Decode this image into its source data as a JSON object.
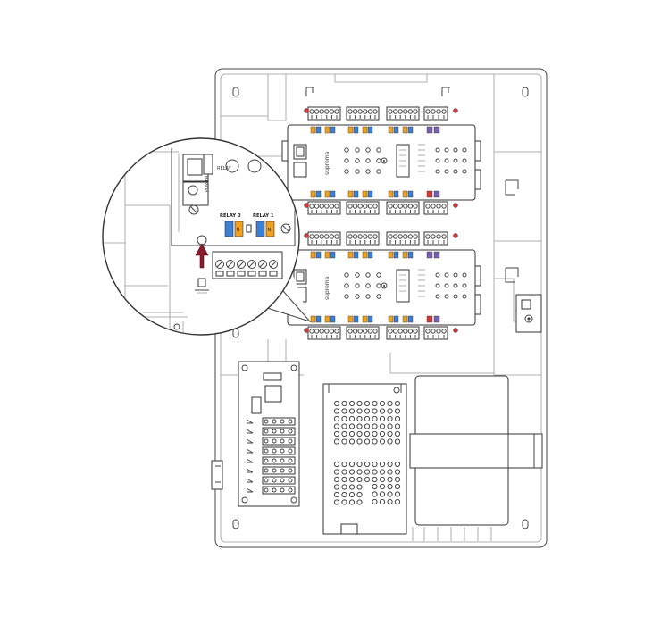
{
  "diagram": {
    "zoom_callout": {
      "relay_labels": [
        "RELAY 0",
        "RELAY 1"
      ],
      "switch_markers": [
        "N",
        "N"
      ],
      "side_label": "POWER"
    },
    "module_brand": "suprema",
    "colors": {
      "outline": "#333333",
      "panel_fill": "#ffffff",
      "relay_blue": "#3d7fd1",
      "relay_orange": "#f0a020",
      "arrow_red": "#8b1a2b",
      "terminal_red": "#d23a3a",
      "terminal_purple": "#7a5fb0"
    },
    "icons": [
      "warning-arrow-icon",
      "ground-icon",
      "screw-icon"
    ]
  }
}
